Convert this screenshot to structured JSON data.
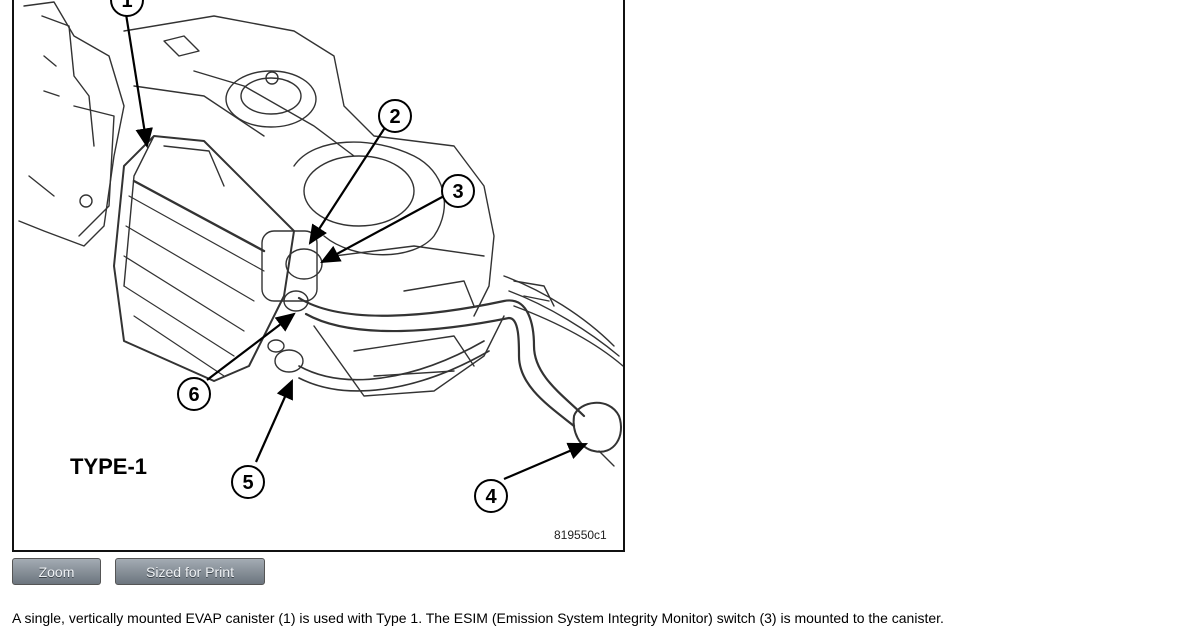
{
  "figure": {
    "type_label": "TYPE-1",
    "figure_code": "819550c1",
    "callouts": [
      "1",
      "2",
      "3",
      "4",
      "5",
      "6"
    ]
  },
  "buttons": {
    "zoom_label": "Zoom",
    "print_label": "Sized for Print"
  },
  "caption": "A single, vertically mounted EVAP canister (1) is used with Type 1. The ESIM (Emission System Integrity Monitor) switch (3) is mounted to the canister."
}
